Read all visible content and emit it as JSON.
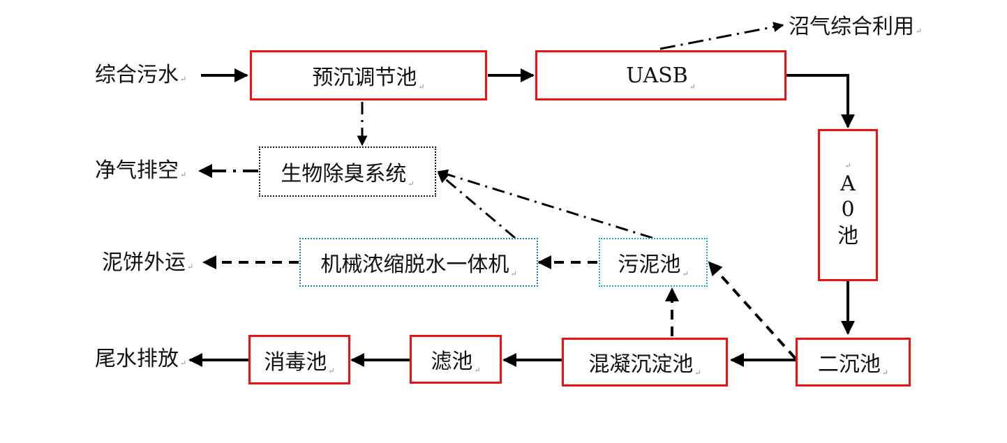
{
  "diagram": {
    "title": "",
    "inputs": {
      "mixed_wastewater": "综合污水"
    },
    "outputs": {
      "biogas_utilization": "沼气综合利用",
      "clean_air_discharge": "净气排空",
      "sludge_cake_transport": "泥饼外运",
      "effluent_discharge": "尾水排放"
    },
    "units": {
      "pre_settling_equalization_tank": "预沉调节池",
      "uasb": "UASB",
      "ao_tank_lines": [
        "A",
        "0",
        "池"
      ],
      "secondary_clarifier": "二沉池",
      "coagulation_sedimentation_tank": "混凝沉淀池",
      "filter_tank": "滤池",
      "disinfection_tank": "消毒池",
      "sludge_tank": "污泥池",
      "dewatering_machine": "机械浓缩脱水一体机",
      "bio_deodorization_system": "生物除臭系统"
    },
    "paragraph_mark": "↵",
    "colors": {
      "process_box_border": "#ee1111",
      "deodorization_border": "#111111",
      "dewatering_border": "#1a7fc0",
      "sludge_tank_border": "#22aadd",
      "arrow": "#000000"
    },
    "flows": [
      {
        "from": "综合污水",
        "to": "预沉调节池",
        "style": "solid"
      },
      {
        "from": "预沉调节池",
        "to": "UASB",
        "style": "solid"
      },
      {
        "from": "UASB",
        "to": "A0池",
        "style": "solid"
      },
      {
        "from": "UASB",
        "to": "沼气综合利用",
        "style": "dash-dot"
      },
      {
        "from": "A0池",
        "to": "二沉池",
        "style": "solid"
      },
      {
        "from": "二沉池",
        "to": "混凝沉淀池",
        "style": "solid"
      },
      {
        "from": "混凝沉淀池",
        "to": "滤池",
        "style": "solid"
      },
      {
        "from": "滤池",
        "to": "消毒池",
        "style": "solid"
      },
      {
        "from": "消毒池",
        "to": "尾水排放",
        "style": "solid"
      },
      {
        "from": "预沉调节池",
        "to": "生物除臭系统",
        "style": "dash-dot"
      },
      {
        "from": "生物除臭系统",
        "to": "净气排空",
        "style": "dash-dot"
      },
      {
        "from": "机械浓缩脱水一体机",
        "to": "生物除臭系统",
        "style": "dash-dot"
      },
      {
        "from": "污泥池",
        "to": "生物除臭系统",
        "style": "dash-dot"
      },
      {
        "from": "污泥池",
        "to": "机械浓缩脱水一体机",
        "style": "dashed"
      },
      {
        "from": "机械浓缩脱水一体机",
        "to": "泥饼外运",
        "style": "dashed"
      },
      {
        "from": "混凝沉淀池",
        "to": "污泥池",
        "style": "dashed"
      },
      {
        "from": "二沉池",
        "to": "污泥池",
        "style": "dashed"
      }
    ]
  }
}
